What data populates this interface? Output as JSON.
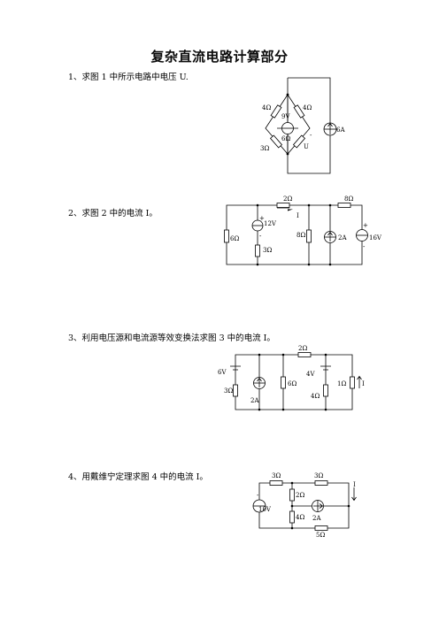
{
  "title": "复杂直流电路计算部分",
  "q1": {
    "text": "1、求图 1 中所示电路中电压 U.",
    "r_top_left": "4Ω",
    "r_top_right": "4Ω",
    "src_v": "9V",
    "r_mid": "6Ω",
    "r_bot_left": "3Ω",
    "u_label": "U",
    "src_i": "6A",
    "minus": "-"
  },
  "q2": {
    "text": "2、求图 2 中的电流 I。",
    "r_top1": "2Ω",
    "r_top2": "8Ω",
    "i_label": "I",
    "src_12v": "12V",
    "r_6": "6Ω",
    "r_3": "3Ω",
    "r_8": "8Ω",
    "src_2a": "2A",
    "src_16v": "16V",
    "plus": "+",
    "minus": "-"
  },
  "q3": {
    "text": "3、利用电压源和电流源等效变换法求图 3 中的电流 I。",
    "src_6v": "6V",
    "r_3": "3Ω",
    "src_2a": "2A",
    "r_6": "6Ω",
    "r_top": "2Ω",
    "src_4v": "4V",
    "r_4": "4Ω",
    "r_1": "1Ω",
    "i_label": "I"
  },
  "q4": {
    "text": "4、用戴维宁定理求图 4 中的电流 I。",
    "r_top1": "3Ω",
    "r_top2": "3Ω",
    "r_2": "2Ω",
    "src_10v": "10V",
    "r_4": "4Ω",
    "src_2a": "2A",
    "r_5": "5Ω",
    "i_label": "I",
    "minus": "-"
  }
}
